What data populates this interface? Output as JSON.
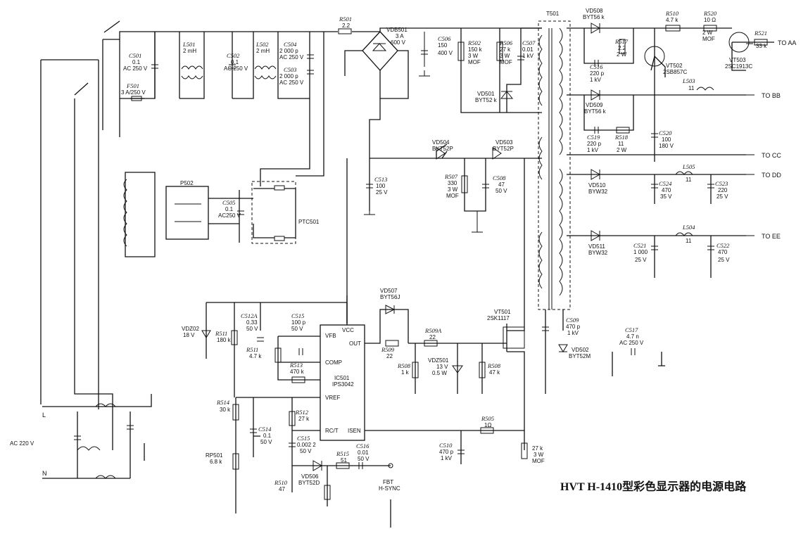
{
  "title": "HVT H-1410型彩色显示器的电源电路",
  "inputs": {
    "ac": "AC 220 V",
    "l": "L",
    "n": "N",
    "fbt": "FBT",
    "hsync": "H-SYNC"
  },
  "outputs": [
    "TO AA",
    "TO BB",
    "TO CC",
    "TO DD",
    "TO EE"
  ],
  "ic": {
    "name": "IC501",
    "part": "IPS3042",
    "pins": [
      "VFB",
      "VCC",
      "OUT",
      "COMP",
      "VREF",
      "RC/T",
      "ISEN"
    ]
  },
  "labels": [
    {
      "id": "c501",
      "t": "C501"
    },
    {
      "id": "c501v",
      "t": "0.1"
    },
    {
      "id": "c501r",
      "t": "AC 250 V"
    },
    {
      "id": "f501",
      "t": "F501"
    },
    {
      "id": "f501v",
      "t": "3 A/250 V"
    },
    {
      "id": "l501",
      "t": "L501"
    },
    {
      "id": "l501v",
      "t": "2 mH"
    },
    {
      "id": "c502",
      "t": "C502"
    },
    {
      "id": "c502v",
      "t": "0.1"
    },
    {
      "id": "c502r",
      "t": "AC 250 V"
    },
    {
      "id": "l502",
      "t": "L502"
    },
    {
      "id": "l502v",
      "t": "2 mH"
    },
    {
      "id": "c504",
      "t": "C504"
    },
    {
      "id": "c504v",
      "t": "2 000 p"
    },
    {
      "id": "c504r",
      "t": "AC 250 V"
    },
    {
      "id": "c503",
      "t": "C503"
    },
    {
      "id": "c503v",
      "t": "2 000 p"
    },
    {
      "id": "c503r",
      "t": "AC 250 V"
    },
    {
      "id": "r501",
      "t": "R501"
    },
    {
      "id": "r501v",
      "t": "2.2"
    },
    {
      "id": "vdb",
      "t": "VDB501"
    },
    {
      "id": "vdbv",
      "t": "3 A"
    },
    {
      "id": "vdbr",
      "t": "600 V"
    },
    {
      "id": "c506",
      "t": "C506"
    },
    {
      "id": "c506v",
      "t": "150"
    },
    {
      "id": "c506r",
      "t": "400 V"
    },
    {
      "id": "r502",
      "t": "R502"
    },
    {
      "id": "r502v",
      "t": "150 k"
    },
    {
      "id": "r502r",
      "t": "3 W"
    },
    {
      "id": "r502m",
      "t": "MOF"
    },
    {
      "id": "r506",
      "t": "R506"
    },
    {
      "id": "r506v",
      "t": "27 k"
    },
    {
      "id": "r506r",
      "t": "3 W"
    },
    {
      "id": "r506m",
      "t": "MOF"
    },
    {
      "id": "c507",
      "t": "C507"
    },
    {
      "id": "c507v",
      "t": "0.01"
    },
    {
      "id": "c507r",
      "t": "1 kV"
    },
    {
      "id": "vd501",
      "t": "VD501"
    },
    {
      "id": "vd501v",
      "t": "BYT52 k"
    },
    {
      "id": "t501",
      "t": "T501"
    },
    {
      "id": "vd508",
      "t": "VD508"
    },
    {
      "id": "vd508v",
      "t": "BYT56 k"
    },
    {
      "id": "r510",
      "t": "R510"
    },
    {
      "id": "r510v",
      "t": "4.7 k"
    },
    {
      "id": "r520",
      "t": "R520"
    },
    {
      "id": "r520v",
      "t": "10 Ω"
    },
    {
      "id": "r520r",
      "t": "2 W"
    },
    {
      "id": "r520m",
      "t": "MOF"
    },
    {
      "id": "r521",
      "t": "R521"
    },
    {
      "id": "r521v",
      "t": "33 k"
    },
    {
      "id": "r517",
      "t": "R517"
    },
    {
      "id": "r517v",
      "t": "2.2"
    },
    {
      "id": "r517r",
      "t": "2 W"
    },
    {
      "id": "c516",
      "t": "C516"
    },
    {
      "id": "c516v",
      "t": "220 p"
    },
    {
      "id": "c516r",
      "t": "1 kV"
    },
    {
      "id": "vt502",
      "t": "VT502"
    },
    {
      "id": "vt502v",
      "t": "2SB857C"
    },
    {
      "id": "vt503",
      "t": "VT503"
    },
    {
      "id": "vt503v",
      "t": "2SC1913C"
    },
    {
      "id": "l503",
      "t": "L503"
    },
    {
      "id": "l503v",
      "t": "11"
    },
    {
      "id": "vd509",
      "t": "VD509"
    },
    {
      "id": "vd509v",
      "t": "BYT56 k"
    },
    {
      "id": "c519",
      "t": "C519"
    },
    {
      "id": "c519v",
      "t": "220 p"
    },
    {
      "id": "c519r",
      "t": "1 kV"
    },
    {
      "id": "r518",
      "t": "R518"
    },
    {
      "id": "r518v",
      "t": "11"
    },
    {
      "id": "r518r",
      "t": "2 W"
    },
    {
      "id": "c520",
      "t": "C520"
    },
    {
      "id": "c520v",
      "t": "100"
    },
    {
      "id": "c520r",
      "t": "180 V"
    },
    {
      "id": "vd504",
      "t": "VD504"
    },
    {
      "id": "vd504v",
      "t": "BYT52P"
    },
    {
      "id": "vd503",
      "t": "VD503"
    },
    {
      "id": "vd503v",
      "t": "BYT52P"
    },
    {
      "id": "c513",
      "t": "C513"
    },
    {
      "id": "c513v",
      "t": "100"
    },
    {
      "id": "c513r",
      "t": "25 V"
    },
    {
      "id": "r507",
      "t": "R507"
    },
    {
      "id": "r507v",
      "t": "330"
    },
    {
      "id": "r507r",
      "t": "3 W"
    },
    {
      "id": "r507m",
      "t": "MOF"
    },
    {
      "id": "c508",
      "t": "C508"
    },
    {
      "id": "c508v",
      "t": "47"
    },
    {
      "id": "c508r",
      "t": "50 V"
    },
    {
      "id": "vd510",
      "t": "VD510"
    },
    {
      "id": "vd510v",
      "t": "BYW32"
    },
    {
      "id": "l505",
      "t": "L505"
    },
    {
      "id": "l505v",
      "t": "11"
    },
    {
      "id": "c524",
      "t": "C524"
    },
    {
      "id": "c524v",
      "t": "470"
    },
    {
      "id": "c524r",
      "t": "35 V"
    },
    {
      "id": "c523",
      "t": "C523"
    },
    {
      "id": "c523v",
      "t": "220"
    },
    {
      "id": "c523r",
      "t": "25 V"
    },
    {
      "id": "vd511",
      "t": "VD511"
    },
    {
      "id": "vd511v",
      "t": "BYW32"
    },
    {
      "id": "l504",
      "t": "L504"
    },
    {
      "id": "l504v",
      "t": "11"
    },
    {
      "id": "c521",
      "t": "C521"
    },
    {
      "id": "c521v",
      "t": "1 000"
    },
    {
      "id": "c521r",
      "t": "25 V"
    },
    {
      "id": "c522",
      "t": "C522"
    },
    {
      "id": "c522v",
      "t": "470"
    },
    {
      "id": "c522r",
      "t": "25 V"
    },
    {
      "id": "p502",
      "t": "P502"
    },
    {
      "id": "c505",
      "t": "C505"
    },
    {
      "id": "c505v",
      "t": "0.1"
    },
    {
      "id": "c505r",
      "t": "AC250 V"
    },
    {
      "id": "ptc",
      "t": "PTC501"
    },
    {
      "id": "vdz02",
      "t": "VDZ02"
    },
    {
      "id": "vdz02v",
      "t": "18 V"
    },
    {
      "id": "r511",
      "t": "R511"
    },
    {
      "id": "r511v",
      "t": "180 k"
    },
    {
      "id": "c512",
      "t": "C512A"
    },
    {
      "id": "c512v",
      "t": "0.33"
    },
    {
      "id": "c512r",
      "t": "50 V"
    },
    {
      "id": "c515",
      "t": "C515"
    },
    {
      "id": "c515v",
      "t": "100 p"
    },
    {
      "id": "c515r",
      "t": "50 V"
    },
    {
      "id": "r511b",
      "t": "R511"
    },
    {
      "id": "r511bv",
      "t": "4.7 k"
    },
    {
      "id": "r513",
      "t": "R513"
    },
    {
      "id": "r513v",
      "t": "470 k"
    },
    {
      "id": "vd507",
      "t": "VD507"
    },
    {
      "id": "vd507v",
      "t": "BYT56J"
    },
    {
      "id": "r509",
      "t": "R509"
    },
    {
      "id": "r509v",
      "t": "22"
    },
    {
      "id": "r509a",
      "t": "R509A"
    },
    {
      "id": "r509av",
      "t": "22"
    },
    {
      "id": "vt501",
      "t": "VT501"
    },
    {
      "id": "vt501v",
      "t": "2SK1117"
    },
    {
      "id": "c509",
      "t": "C509"
    },
    {
      "id": "c509v",
      "t": "470 p"
    },
    {
      "id": "c509r",
      "t": "1 kV"
    },
    {
      "id": "vd502",
      "t": "VD502"
    },
    {
      "id": "vd502v",
      "t": "BYT52M"
    },
    {
      "id": "c517",
      "t": "C517"
    },
    {
      "id": "c517v",
      "t": "4.7 n"
    },
    {
      "id": "c517r",
      "t": "AC 250 V"
    },
    {
      "id": "r508",
      "t": "R508"
    },
    {
      "id": "r508v",
      "t": "1 k"
    },
    {
      "id": "vdz501",
      "t": "VDZ501"
    },
    {
      "id": "vdz501v",
      "t": "13 V"
    },
    {
      "id": "vdz501r",
      "t": "0.5 W"
    },
    {
      "id": "r508b",
      "t": "R508"
    },
    {
      "id": "r508bv",
      "t": "47 k"
    },
    {
      "id": "r514",
      "t": "R514"
    },
    {
      "id": "r514v",
      "t": "30 k"
    },
    {
      "id": "c514",
      "t": "C514"
    },
    {
      "id": "c514v",
      "t": "0.1"
    },
    {
      "id": "c514r",
      "t": "50 V"
    },
    {
      "id": "r512",
      "t": "R512"
    },
    {
      "id": "r512v",
      "t": "27 k"
    },
    {
      "id": "c515b",
      "t": "C515"
    },
    {
      "id": "c515bv",
      "t": "0.002 2"
    },
    {
      "id": "c515br",
      "t": "50 V"
    },
    {
      "id": "rp501",
      "t": "RP501"
    },
    {
      "id": "rp501v",
      "t": "6.8 k"
    },
    {
      "id": "r515",
      "t": "R515"
    },
    {
      "id": "r515v",
      "t": "51"
    },
    {
      "id": "c516b",
      "t": "C516"
    },
    {
      "id": "c516bv",
      "t": "0.01"
    },
    {
      "id": "c516br",
      "t": "50 V"
    },
    {
      "id": "r510b",
      "t": "R510"
    },
    {
      "id": "r510bv",
      "t": "47"
    },
    {
      "id": "vd506",
      "t": "VD506"
    },
    {
      "id": "vd506v",
      "t": "BYT52D"
    },
    {
      "id": "r505",
      "t": "R505"
    },
    {
      "id": "r505v",
      "t": "1Ω"
    },
    {
      "id": "c510",
      "t": "C510"
    },
    {
      "id": "c510v",
      "t": "470 p"
    },
    {
      "id": "c510r",
      "t": "1 kV"
    },
    {
      "id": "r27k",
      "t": "27 k"
    },
    {
      "id": "r27kw",
      "t": "3 W"
    },
    {
      "id": "r27km",
      "t": "MOF"
    }
  ]
}
